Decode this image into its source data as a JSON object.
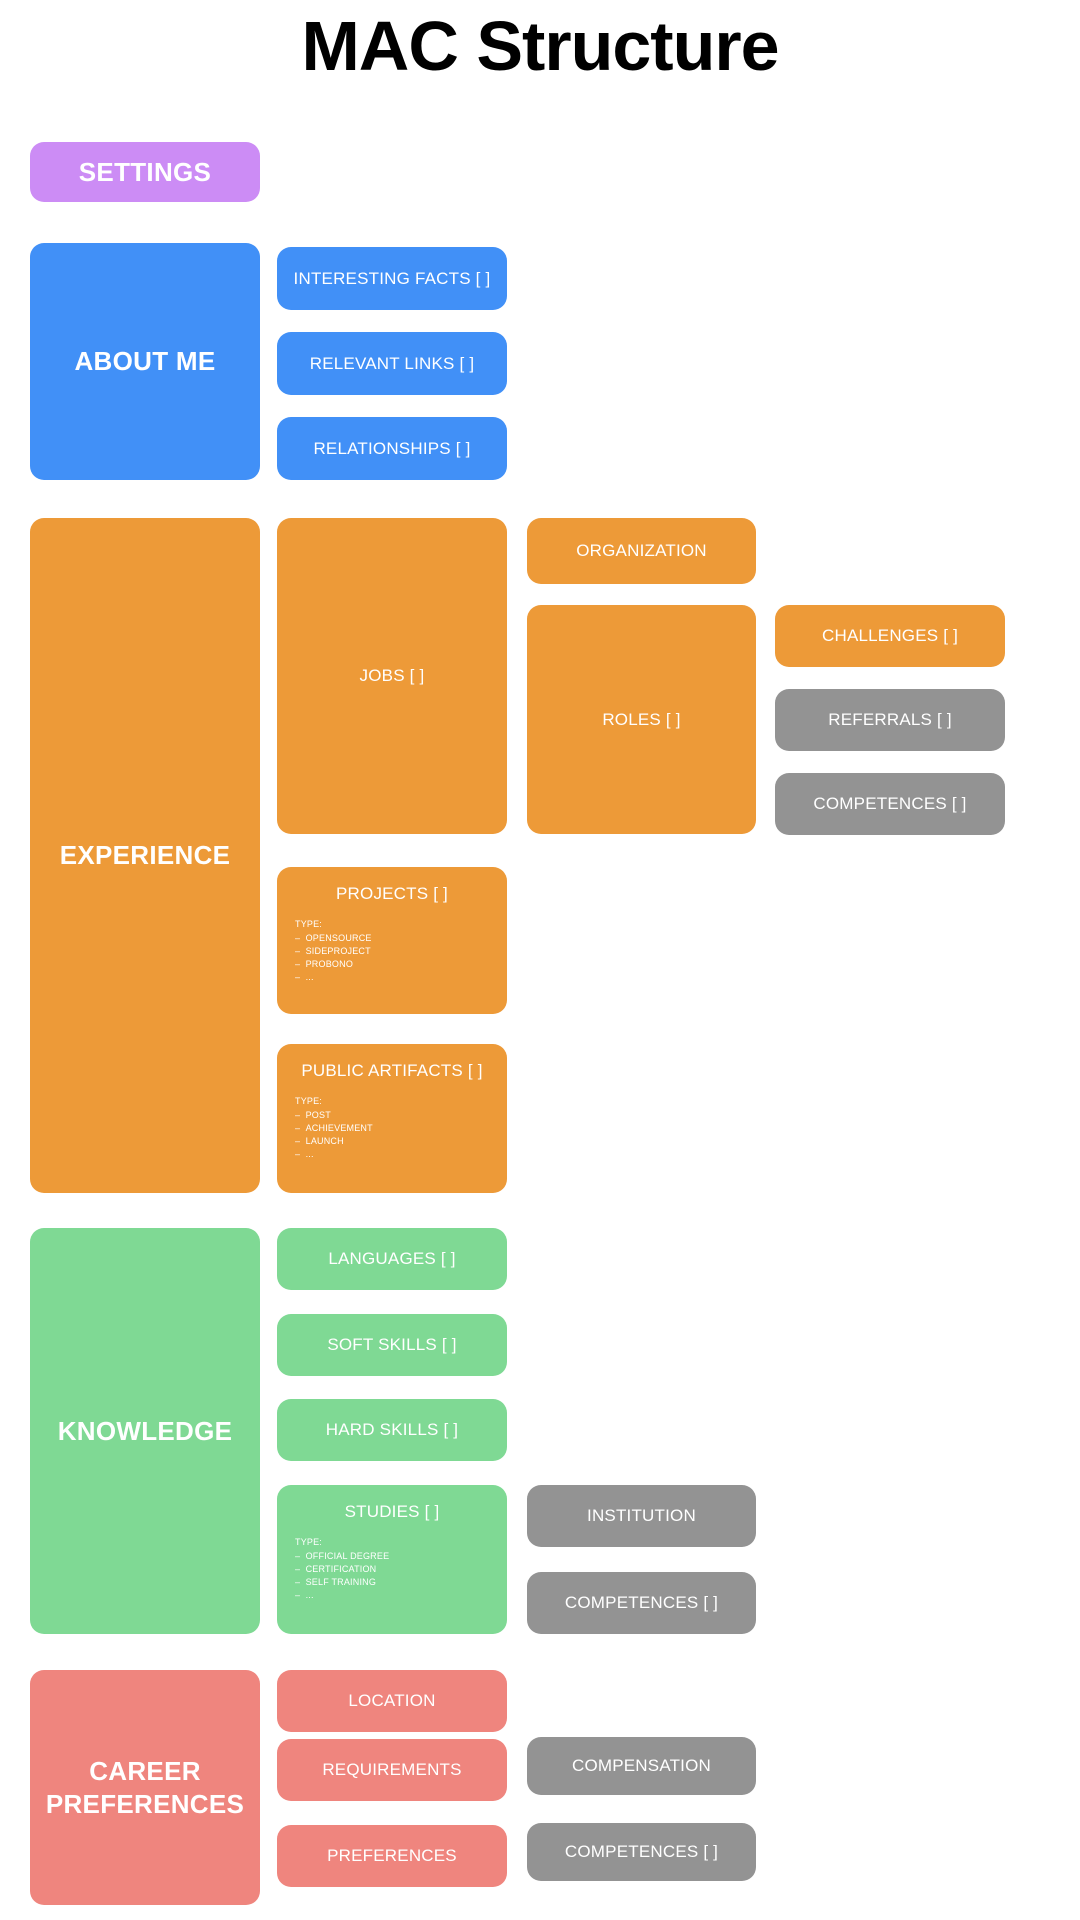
{
  "page": {
    "title": "MAC Structure"
  },
  "palette": {
    "purple": "#cc8cf5",
    "blue": "#4190f7",
    "orange": "#ed9a38",
    "green": "#7fd994",
    "salmon": "#ef857e",
    "gray": "#939393",
    "text_on_block": "#ffffff",
    "background": "#ffffff",
    "title_color": "#000000"
  },
  "sections": [
    {
      "id": "settings",
      "label": "SETTINGS",
      "color": "#cc8cf5",
      "children": []
    },
    {
      "id": "about-me",
      "label": "ABOUT ME",
      "color": "#4190f7",
      "children": [
        {
          "id": "interesting-facts",
          "label": "INTERESTING FACTS [ ]",
          "color": "#4190f7"
        },
        {
          "id": "relevant-links",
          "label": "RELEVANT LINKS [ ]",
          "color": "#4190f7"
        },
        {
          "id": "relationships",
          "label": "RELATIONSHIPS [ ]",
          "color": "#4190f7"
        }
      ]
    },
    {
      "id": "experience",
      "label": "EXPERIENCE",
      "color": "#ed9a38",
      "children": [
        {
          "id": "jobs",
          "label": "JOBS [ ]",
          "color": "#ed9a38",
          "children": [
            {
              "id": "organization",
              "label": "ORGANIZATION",
              "color": "#ed9a38"
            },
            {
              "id": "roles",
              "label": "ROLES [ ]",
              "color": "#ed9a38",
              "children": [
                {
                  "id": "challenges",
                  "label": "CHALLENGES [ ]",
                  "color": "#ed9a38"
                },
                {
                  "id": "referrals",
                  "label": "REFERRALS [ ]",
                  "color": "#939393"
                },
                {
                  "id": "competences-experience",
                  "label": "COMPETENCES [ ]",
                  "color": "#939393"
                }
              ]
            }
          ]
        },
        {
          "id": "projects",
          "label": "PROJECTS [ ]",
          "color": "#ed9a38",
          "type_label": "TYPE:",
          "types": [
            "OPENSOURCE",
            "SIDEPROJECT",
            "PROBONO",
            "..."
          ]
        },
        {
          "id": "public-artifacts",
          "label": "PUBLIC ARTIFACTS [ ]",
          "color": "#ed9a38",
          "type_label": "TYPE:",
          "types": [
            "POST",
            "ACHIEVEMENT",
            "LAUNCH",
            "..."
          ]
        }
      ]
    },
    {
      "id": "knowledge",
      "label": "KNOWLEDGE",
      "color": "#7fd994",
      "children": [
        {
          "id": "languages",
          "label": "LANGUAGES [ ]",
          "color": "#7fd994"
        },
        {
          "id": "soft-skills",
          "label": "SOFT SKILLS [ ]",
          "color": "#7fd994"
        },
        {
          "id": "hard-skills",
          "label": "HARD SKILLS [ ]",
          "color": "#7fd994"
        },
        {
          "id": "studies",
          "label": "STUDIES [ ]",
          "color": "#7fd994",
          "type_label": "TYPE:",
          "types": [
            "OFFICIAL DEGREE",
            "CERTIFICATION",
            "SELF TRAINING",
            "..."
          ],
          "children": [
            {
              "id": "institution",
              "label": "INSTITUTION",
              "color": "#939393"
            },
            {
              "id": "competences-studies",
              "label": "COMPETENCES [ ]",
              "color": "#939393"
            }
          ]
        }
      ]
    },
    {
      "id": "career-preferences",
      "label": "CAREER PREFERENCES",
      "label_line1": "CAREER",
      "label_line2": "PREFERENCES",
      "color": "#ef857e",
      "children": [
        {
          "id": "location",
          "label": "LOCATION",
          "color": "#ef857e"
        },
        {
          "id": "requirements",
          "label": "REQUIREMENTS",
          "color": "#ef857e",
          "children": [
            {
              "id": "compensation",
              "label": "COMPENSATION",
              "color": "#939393"
            }
          ]
        },
        {
          "id": "preferences",
          "label": "PREFERENCES",
          "color": "#ef857e",
          "children": [
            {
              "id": "competences-career",
              "label": "COMPETENCES [ ]",
              "color": "#939393"
            }
          ]
        }
      ]
    }
  ]
}
